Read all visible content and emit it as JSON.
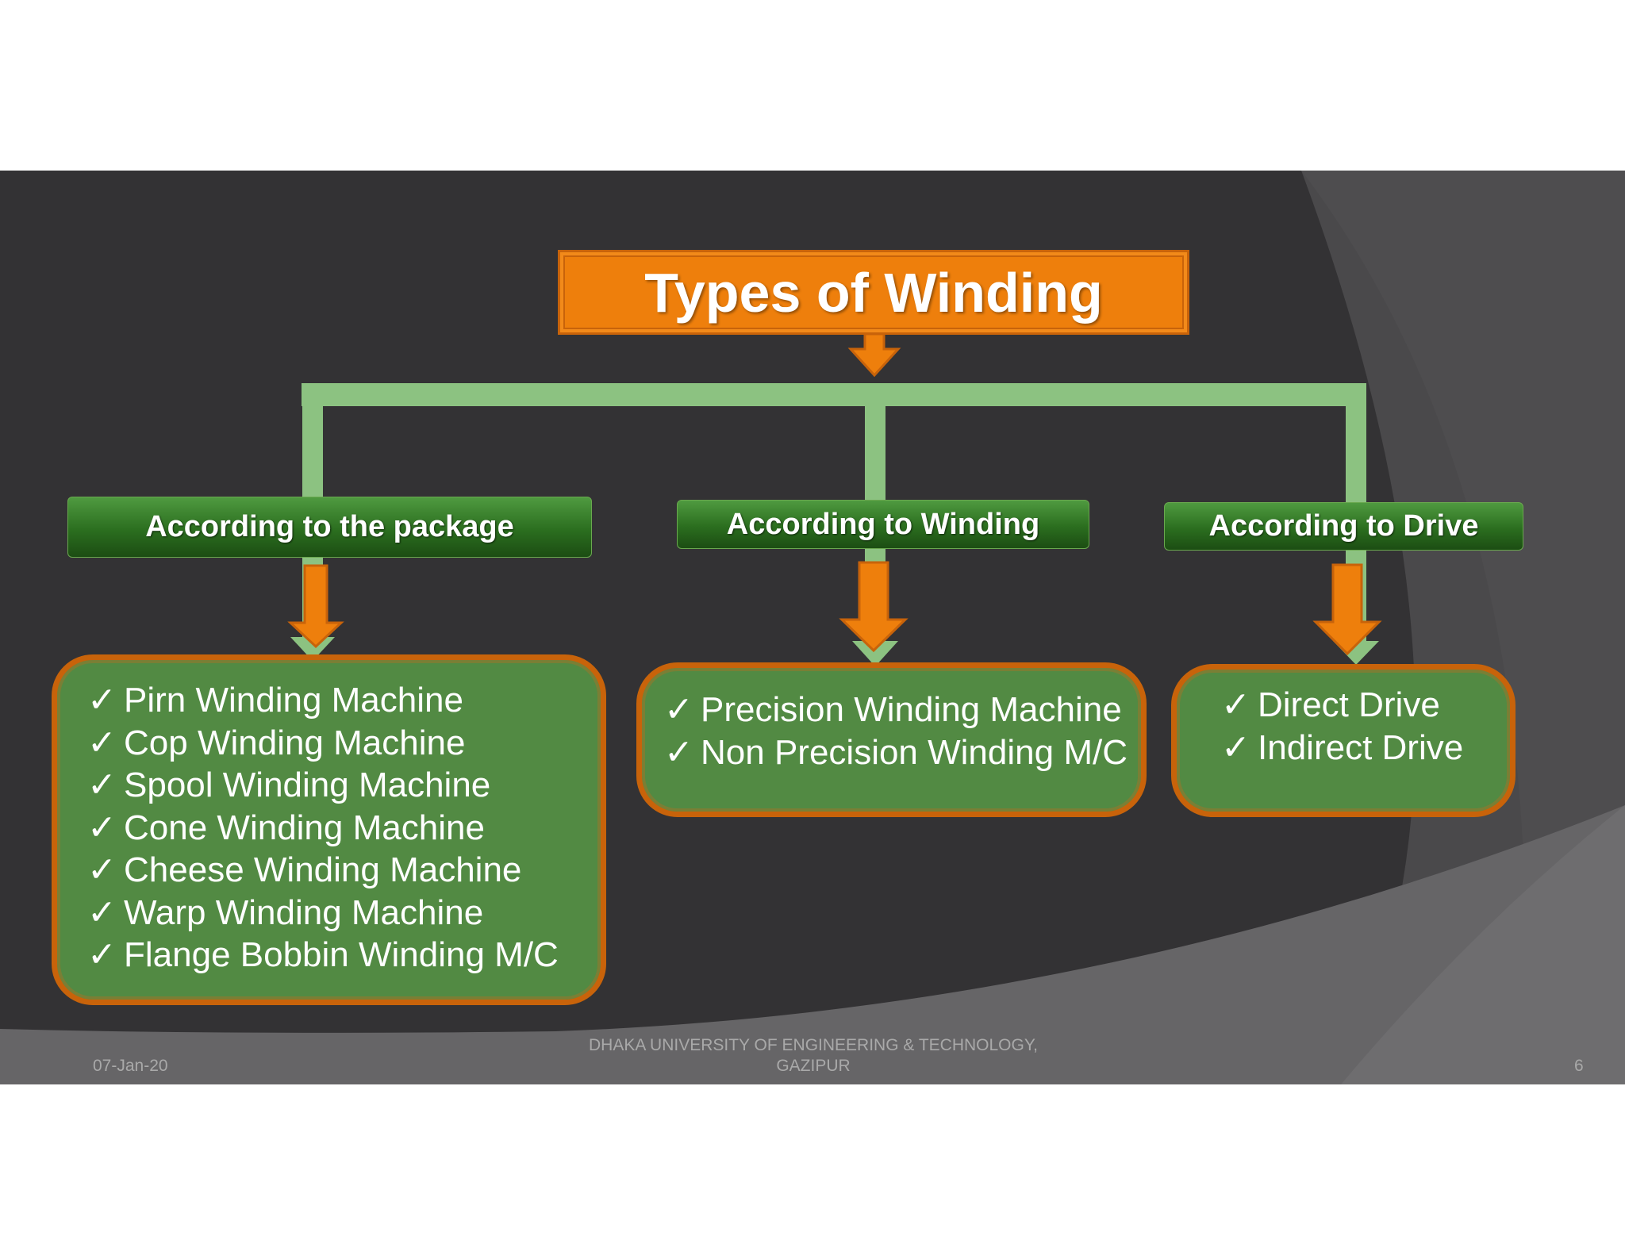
{
  "title": "Types of Winding",
  "categories": [
    {
      "label": "According to the package",
      "items": [
        "Pirn Winding Machine",
        "Cop Winding Machine",
        "Spool Winding Machine",
        "Cone Winding Machine",
        "Cheese Winding Machine",
        "Warp Winding Machine",
        "Flange Bobbin Winding M/C"
      ]
    },
    {
      "label": "According to Winding",
      "items": [
        "Precision  Winding Machine",
        "Non Precision  Winding M/C"
      ]
    },
    {
      "label": "According to  Drive",
      "items": [
        "Direct Drive",
        "Indirect Drive"
      ]
    }
  ],
  "check_icon": "✓",
  "footer": {
    "date": "07-Jan-20",
    "institution_line1": "DHAKA  UNIVERSITY OF ENGINEERING & TECHNOLOGY,",
    "institution_line2": "GAZIPUR",
    "page_number": "6"
  },
  "colors": {
    "background": "#333234",
    "title_fill": "#ee7f0c",
    "header_green": "#2b6e1f",
    "list_green": "#528a43",
    "connector": "#8cc281",
    "arrow_orange": "#ee7f0c"
  }
}
